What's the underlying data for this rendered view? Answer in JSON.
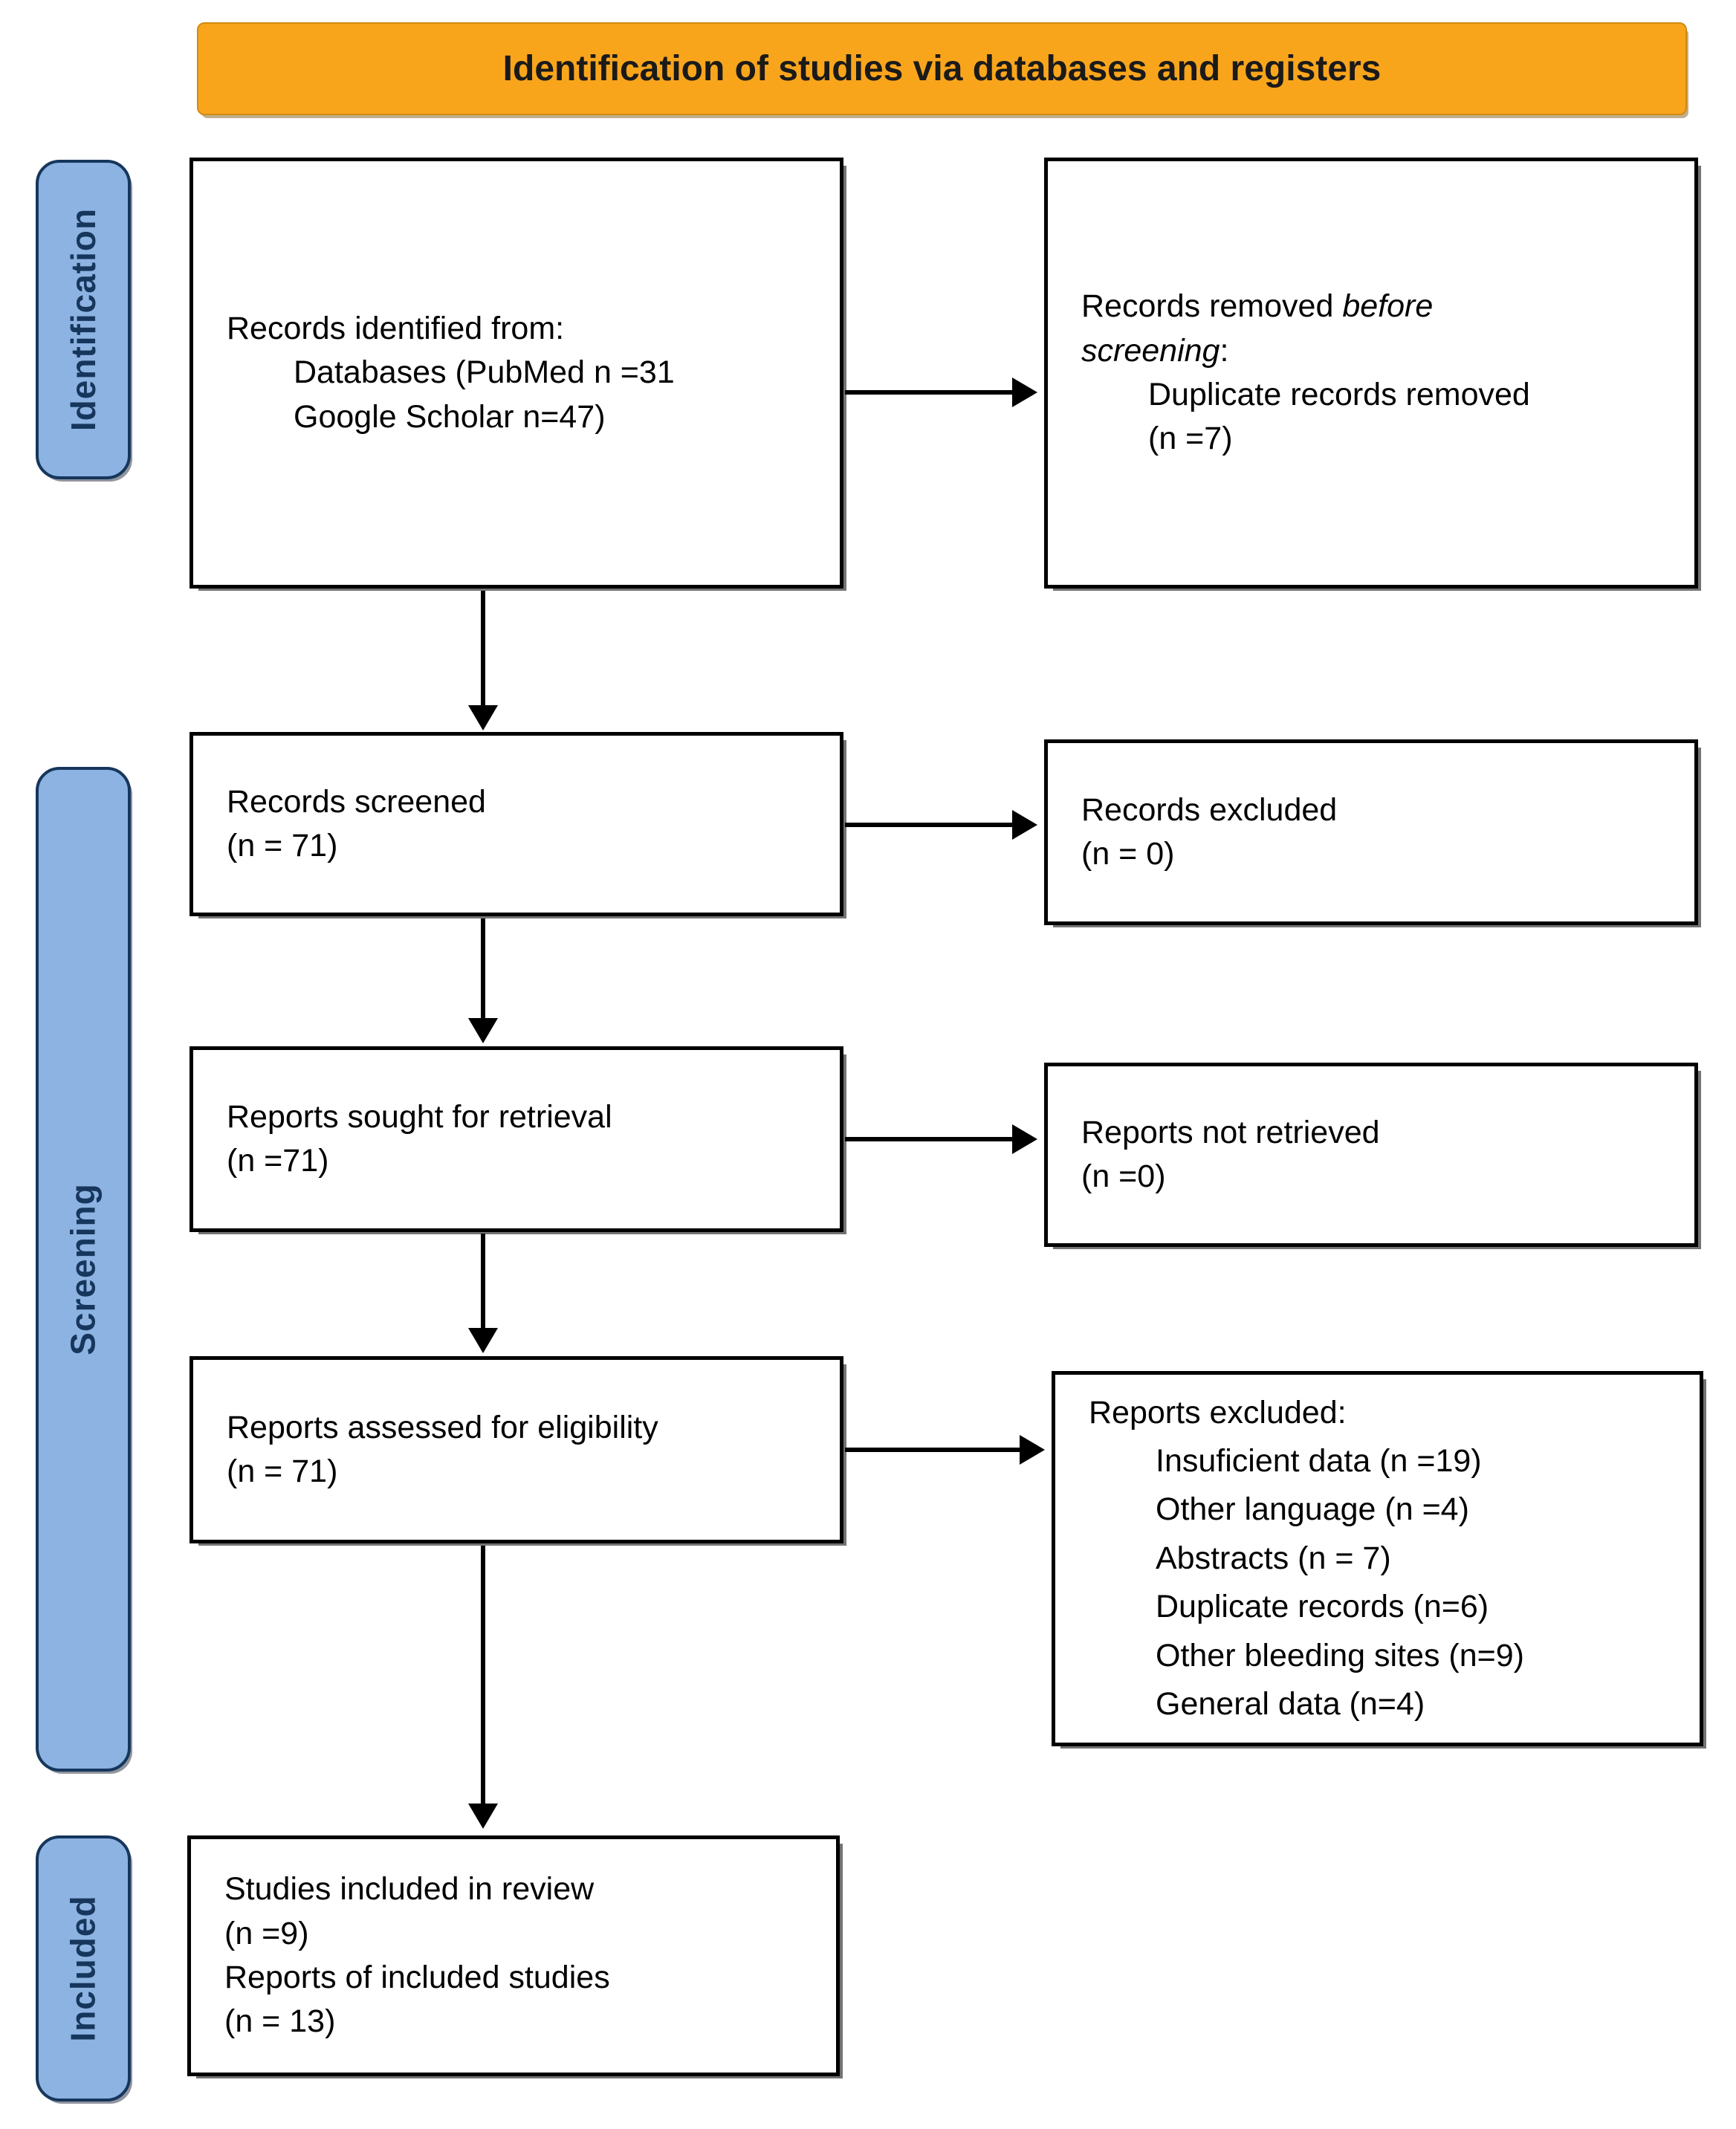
{
  "header": {
    "title": "Identification of studies via databases and registers"
  },
  "stages": {
    "identification": "Identification",
    "screening": "Screening",
    "included": "Included"
  },
  "colors": {
    "banner_bg": "#F9A51C",
    "stage_bg": "#8DB3E2",
    "stage_border": "#16365C",
    "box_border": "#000000",
    "box_bg": "#FFFFFF",
    "text": "#000000"
  },
  "icons": {
    "arrow-right-icon": "solid black right-pointing triangle (css shape)",
    "arrow-down-icon": "solid black down-pointing triangle (css shape)"
  },
  "boxes": {
    "records_identified": {
      "line1": "Records identified from:",
      "line2": "Databases (PubMed n =31",
      "line3": "Google Scholar n=47)"
    },
    "records_removed": {
      "line1_text": "Records removed ",
      "line1_italic": "before",
      "line2_italic": "screening",
      "line2_suffix": ":",
      "line3": "Duplicate records removed",
      "line4": "(n =7)"
    },
    "records_screened": {
      "line1": "Records screened",
      "line2": "(n = 71)"
    },
    "records_excluded": {
      "line1": "Records excluded",
      "line2": "(n = 0)"
    },
    "reports_sought": {
      "line1": "Reports sought for retrieval",
      "line2": "(n =71)"
    },
    "reports_not_retrieved": {
      "line1": "Reports not retrieved",
      "line2": "(n =0)"
    },
    "reports_assessed": {
      "line1": "Reports assessed for eligibility",
      "line2": "(n = 71)"
    },
    "reports_excluded": {
      "title": "Reports excluded:",
      "items": [
        "Insuficient data (n =19)",
        "Other language (n =4)",
        "Abstracts (n = 7)",
        "Duplicate records (n=6)",
        "Other bleeding sites (n=9)",
        "General data (n=4)"
      ]
    },
    "studies_included": {
      "line1": "Studies included in review",
      "line2": "(n =9)",
      "line3": "Reports of included studies",
      "line4": "(n = 13)"
    }
  }
}
